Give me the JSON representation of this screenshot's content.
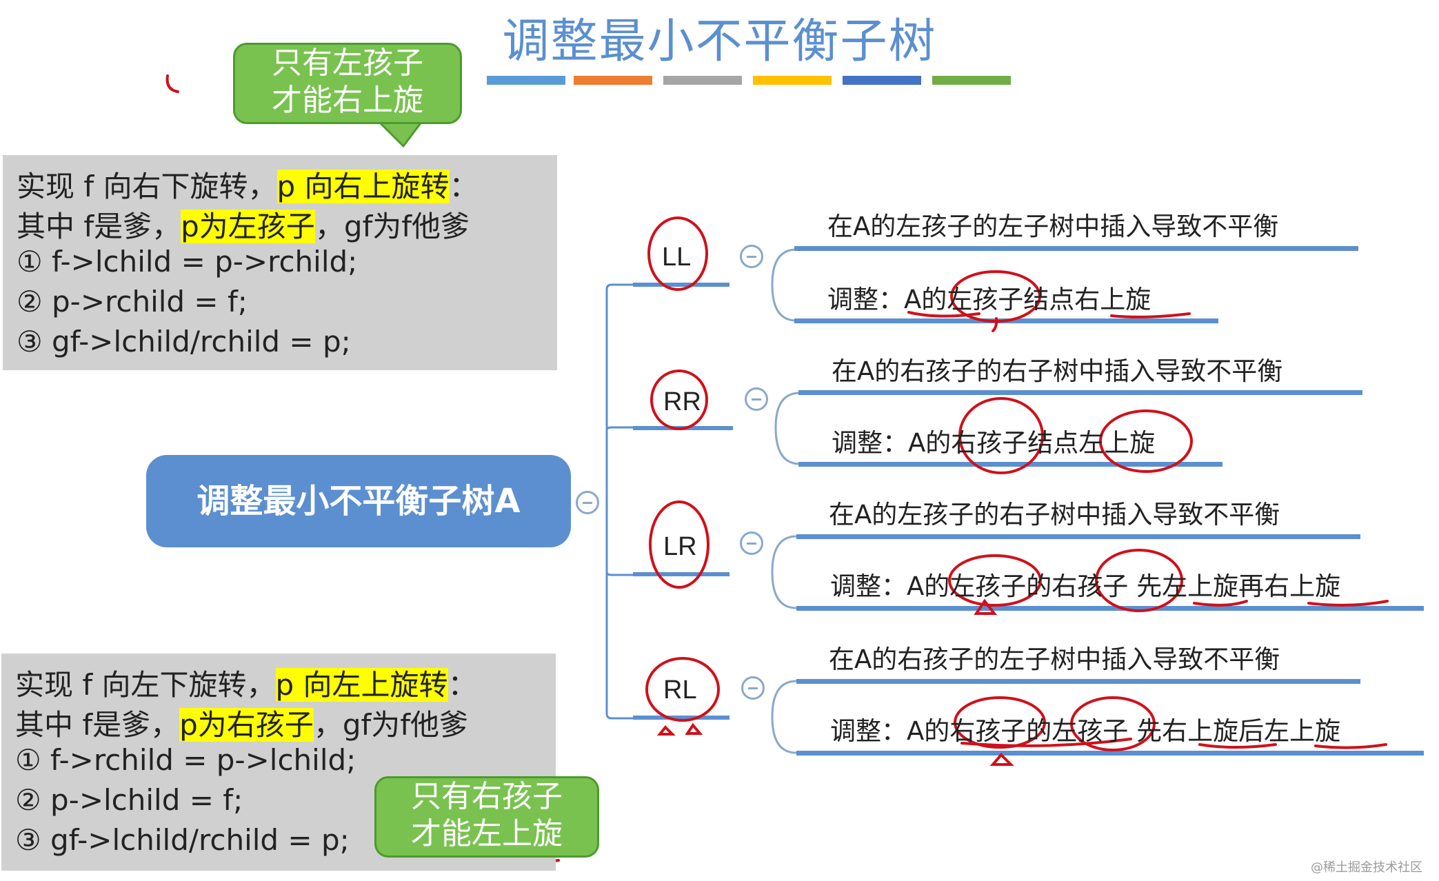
{
  "title": "调整最小不平衡子树",
  "color_bars": [
    "#5b9bd5",
    "#ed7d31",
    "#a5a5a5",
    "#ffc000",
    "#4472c4",
    "#70ad47"
  ],
  "top_callout": {
    "line1": "只有左孩子",
    "line2": "才能右上旋"
  },
  "bottom_callout": {
    "line1": "只有右孩子",
    "line2": "才能左上旋"
  },
  "right_rotation_box": {
    "line1_a": "实现 f 向右下旋转，",
    "line1_b": "p 向右上旋转",
    "line1_c": "：",
    "line2_a": "其中 f是爹，",
    "line2_b": "p为左孩子",
    "line2_c": "，gf为f他爹",
    "step1": "① f->lchild = p->rchild;",
    "step2": "② p->rchild = f;",
    "step3": "③ gf->lchild/rchild = p;"
  },
  "left_rotation_box": {
    "line1_a": "实现 f 向左下旋转，",
    "line1_b": "p 向左上旋转",
    "line1_c": "：",
    "line2_a": "其中 f是爹，",
    "line2_b": "p为右孩子",
    "line2_c": "，gf为f他爹",
    "step1": "① f->rchild = p->lchild;",
    "step2": "② p->lchild = f;",
    "step3": "③ gf->lchild/rchild = p;"
  },
  "root": "调整最小不平衡子树A",
  "branches": [
    {
      "type": "LL",
      "cause": "在A的左孩子的左子树中插入导致不平衡",
      "fix": "调整：A的左孩子结点右上旋"
    },
    {
      "type": "RR",
      "cause": "在A的右孩子的右子树中插入导致不平衡",
      "fix": "调整：A的右孩子结点左上旋"
    },
    {
      "type": "LR",
      "cause": "在A的左孩子的右子树中插入导致不平衡",
      "fix": "调整：A的左孩子的右孩子 先左上旋再右上旋"
    },
    {
      "type": "RL",
      "cause": "在A的右孩子的左子树中插入导致不平衡",
      "fix": "调整：A的右孩子的左孩子 先右上旋后左上旋"
    }
  ],
  "watermark": "@稀土掘金技术社区",
  "colors": {
    "accent": "#5b8fd0",
    "callout": "#79c24f",
    "annotation": "#d0101a",
    "panel": "#d0d0d0"
  }
}
